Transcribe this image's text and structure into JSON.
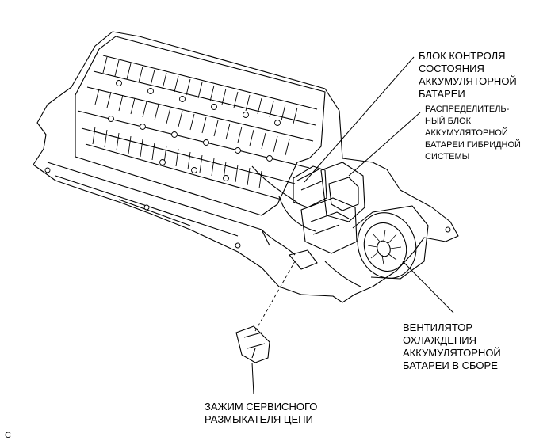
{
  "labels": {
    "battery_monitor": [
      "БЛОК КОНТРОЛЯ",
      "СОСТОЯНИЯ",
      "АККУМУЛЯТОРНОЙ",
      "БАТАРЕИ"
    ],
    "junction_block": [
      "РАСПРЕДЕЛИТЕЛЬ-",
      "НЫЙ БЛОК",
      "АККУМУЛЯТОРНОЙ",
      "БАТАРЕИ ГИБРИДНОЙ",
      "СИСТЕМЫ"
    ],
    "cooling_fan": [
      "ВЕНТИЛЯТОР",
      "ОХЛАЖДЕНИЯ",
      "АККУМУЛЯТОРНОЙ",
      "БАТАРЕИ В СБОРЕ"
    ],
    "service_plug": [
      "ЗАЖИМ СЕРВИСНОГО",
      "РАЗМЫКАТЕЛЯ ЦЕПИ"
    ]
  },
  "figure_code": "C"
}
